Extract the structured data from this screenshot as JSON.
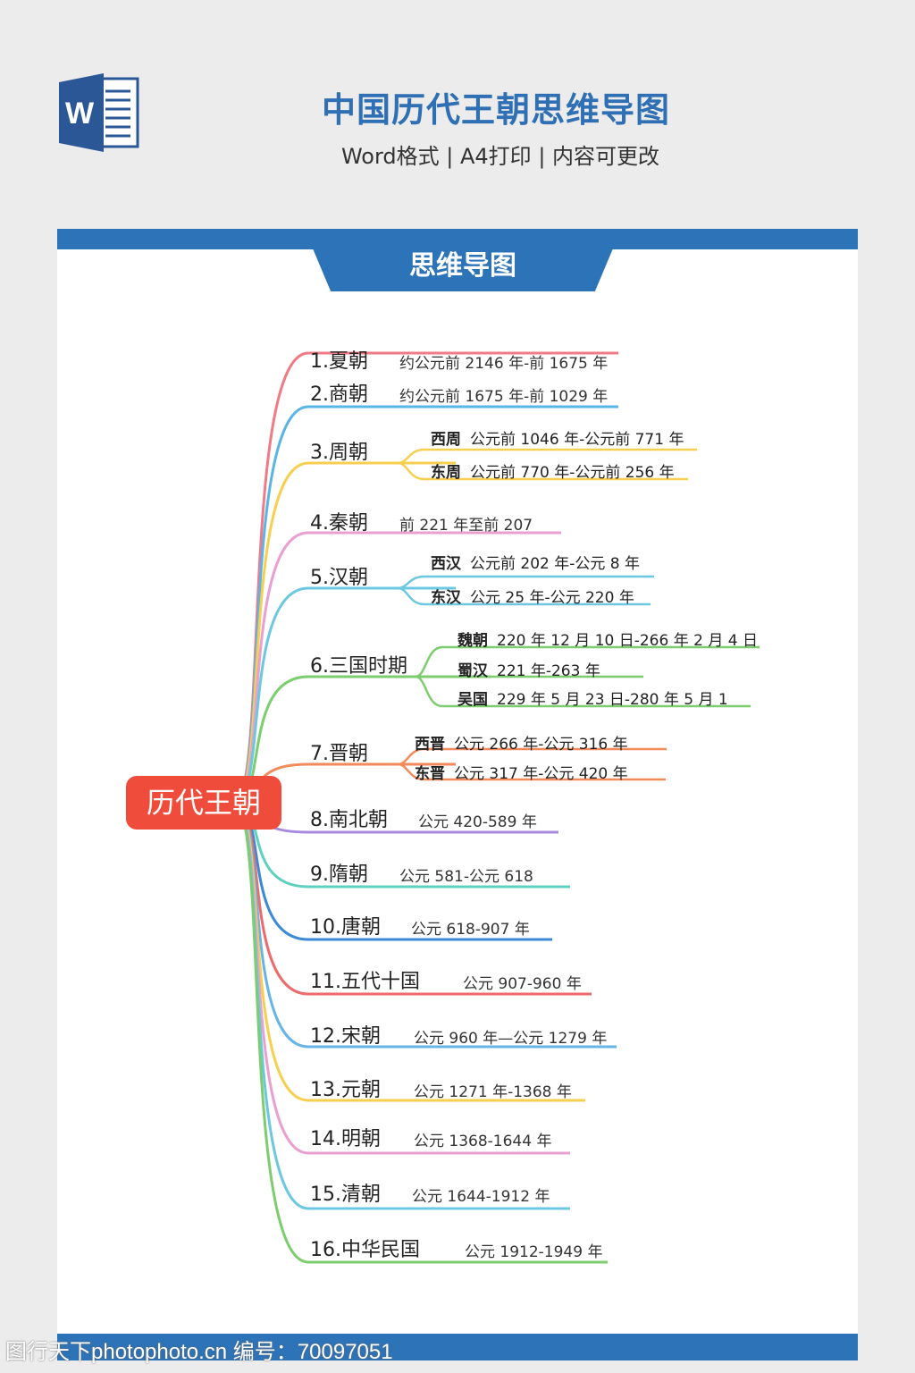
{
  "header": {
    "title": "中国历代王朝思维导图",
    "subtitle": "Word格式 | A4打印 | 内容可更改",
    "logo_letter": "W"
  },
  "tab_label": "思维导图",
  "root": "历代王朝",
  "watermark": "图行天下photophoto.cn 编号：70097051",
  "nodes": [
    {
      "label": "1.夏朝",
      "color": "#f07a86",
      "detail": "约公元前 2146 年-前 1675 年"
    },
    {
      "label": "2.商朝",
      "color": "#5ab4e8",
      "detail": "约公元前 1675 年-前 1029 年"
    },
    {
      "label": "3.周朝",
      "color": "#f7cf4f",
      "subs": [
        {
          "name": "西周",
          "text": "公元前 1046 年-公元前 771 年"
        },
        {
          "name": "东周",
          "text": "公元前 770 年-公元前 256 年"
        }
      ]
    },
    {
      "label": "4.秦朝",
      "color": "#e99fd0",
      "detail": "前 221 年至前 207"
    },
    {
      "label": "5.汉朝",
      "color": "#6cc8e0",
      "subs": [
        {
          "name": "西汉",
          "text": "公元前 202 年-公元 8 年"
        },
        {
          "name": "东汉",
          "text": "公元 25 年-公元 220 年"
        }
      ]
    },
    {
      "label": "6.三国时期",
      "color": "#7ccd6e",
      "subs": [
        {
          "name": "魏朝",
          "text": "220 年 12 月 10 日-266 年 2 月 4 日"
        },
        {
          "name": "蜀汉",
          "text": "221 年-263 年"
        },
        {
          "name": "吴国",
          "text": "229 年 5 月 23 日-280 年 5 月 1"
        }
      ]
    },
    {
      "label": "7.晋朝",
      "color": "#f28a5c",
      "subs": [
        {
          "name": "西晋",
          "text": "公元 266 年-公元 316 年"
        },
        {
          "name": "东晋",
          "text": "公元 317 年-公元 420 年"
        }
      ]
    },
    {
      "label": "8.南北朝",
      "color": "#a88be0",
      "detail": "公元 420-589 年"
    },
    {
      "label": "9.隋朝",
      "color": "#5dd0c0",
      "detail": "公元 581-公元 618"
    },
    {
      "label": "10.唐朝",
      "color": "#3a8ad8",
      "detail": "公元 618-907 年"
    },
    {
      "label": "11.五代十国",
      "color": "#ee6a6a",
      "detail": "公元 907-960 年"
    },
    {
      "label": "12.宋朝",
      "color": "#66b4e8",
      "detail": "公元 960 年—公元 1279 年"
    },
    {
      "label": "13.元朝",
      "color": "#f7cf4f",
      "detail": "公元 1271 年-1368 年"
    },
    {
      "label": "14.明朝",
      "color": "#e99fd0",
      "detail": "公元 1368-1644 年"
    },
    {
      "label": "15.清朝",
      "color": "#6cc8e0",
      "detail": "公元 1644-1912 年"
    },
    {
      "label": "16.中华民国",
      "color": "#7ccd6e",
      "detail": "公元 1912-1949 年"
    }
  ]
}
